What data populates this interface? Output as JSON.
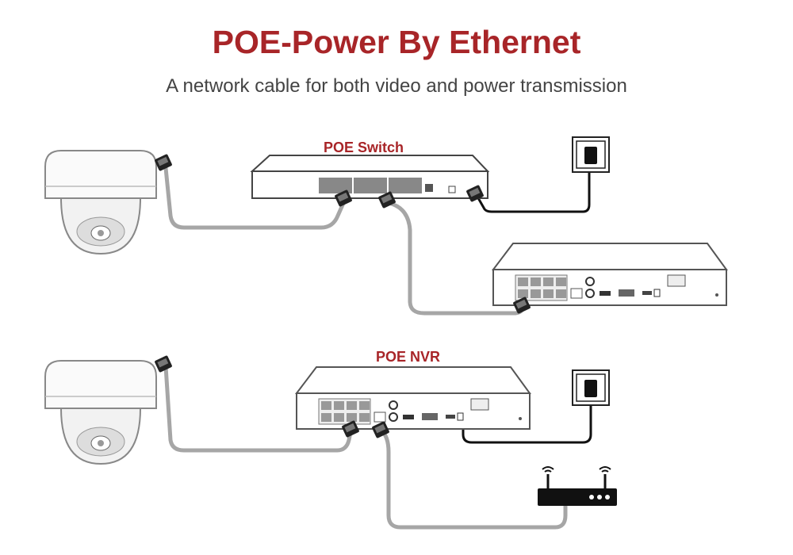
{
  "title": "POE-Power By Ethernet",
  "subtitle": "A network cable for both video and power transmission",
  "labels": {
    "switch": "POE Switch",
    "nvr": "POE NVR"
  },
  "colors": {
    "title": "#a82528",
    "ethernet_cable": "#a6a6a6",
    "power_cable": "#111111"
  },
  "icons": [
    "dome-camera-icon",
    "poe-switch-icon",
    "power-outlet-icon",
    "nvr-icon",
    "router-icon",
    "rj45-connector-icon"
  ]
}
